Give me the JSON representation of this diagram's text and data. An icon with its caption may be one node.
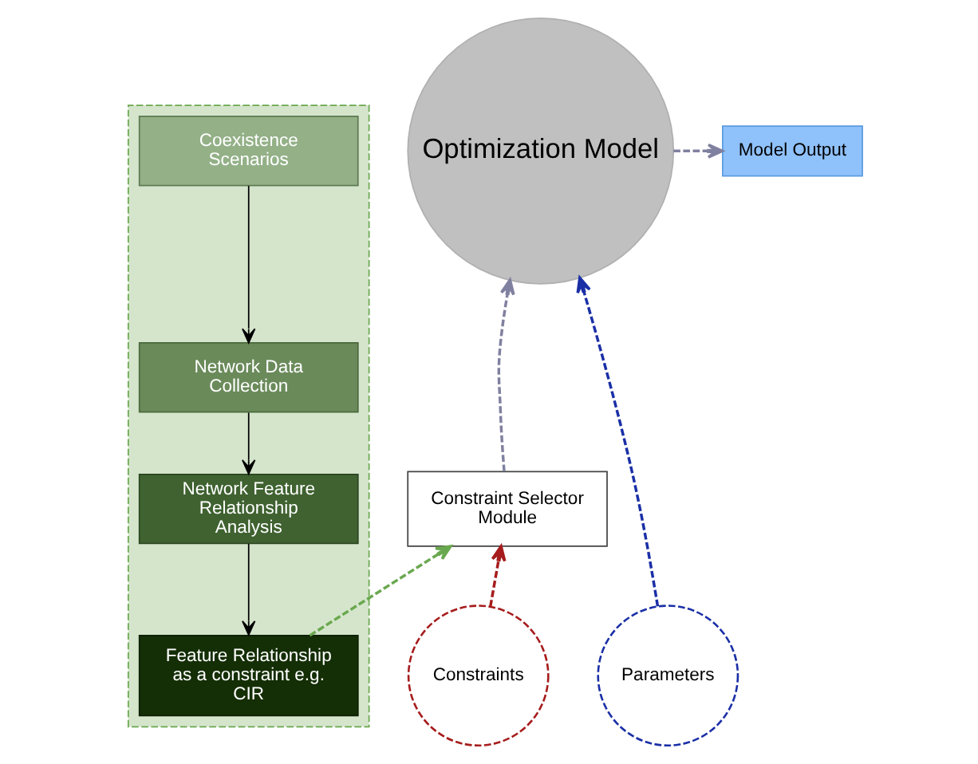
{
  "diagram": {
    "nodes": [
      {
        "text": [],
        "shape": "box"
      },
      {
        "text": [
          "Coexistence Scenarios"
        ],
        "in": 0
      },
      {
        "text": [
          "Network Data Collection"
        ],
        "in": 0
      },
      {
        "text": [
          "Network Feature Relationship Analysis"
        ],
        "in": 0
      },
      {
        "text": [
          "Feature Relationship as a constraint e.g. CIR"
        ],
        "in": 0
      },
      {
        "text": [
          "Optimization Model"
        ]
      },
      {
        "text": [
          "Model Output"
        ]
      },
      {
        "text": [
          "Constraint Selector Module"
        ]
      },
      {
        "text": [
          "Constraints"
        ]
      },
      {
        "text": [
          "Parameters"
        ]
      }
    ],
    "edges": [
      {
        "from": 1,
        "to": 2,
        "arrow": "to"
      },
      {
        "from": 2,
        "to": 3,
        "arrow": "to"
      },
      {
        "from": 3,
        "to": 4,
        "arrow": "to"
      },
      {
        "from": 4,
        "to": 7,
        "arrow": "to",
        "style": "dashed",
        "color": "#6aa84f"
      },
      {
        "from": 8,
        "to": 7,
        "arrow": "to",
        "style": "dashed",
        "color": "#a61c1c"
      },
      {
        "from": 9,
        "to": 5,
        "arrow": "to",
        "style": "dashed",
        "color": "#1a2fa6"
      },
      {
        "from": 7,
        "to": 5,
        "arrow": "to",
        "style": "dashed",
        "color": "#8080a0"
      },
      {
        "from": 5,
        "to": 6,
        "arrow": "to",
        "style": "dashed",
        "color": "#8080a0"
      }
    ]
  }
}
